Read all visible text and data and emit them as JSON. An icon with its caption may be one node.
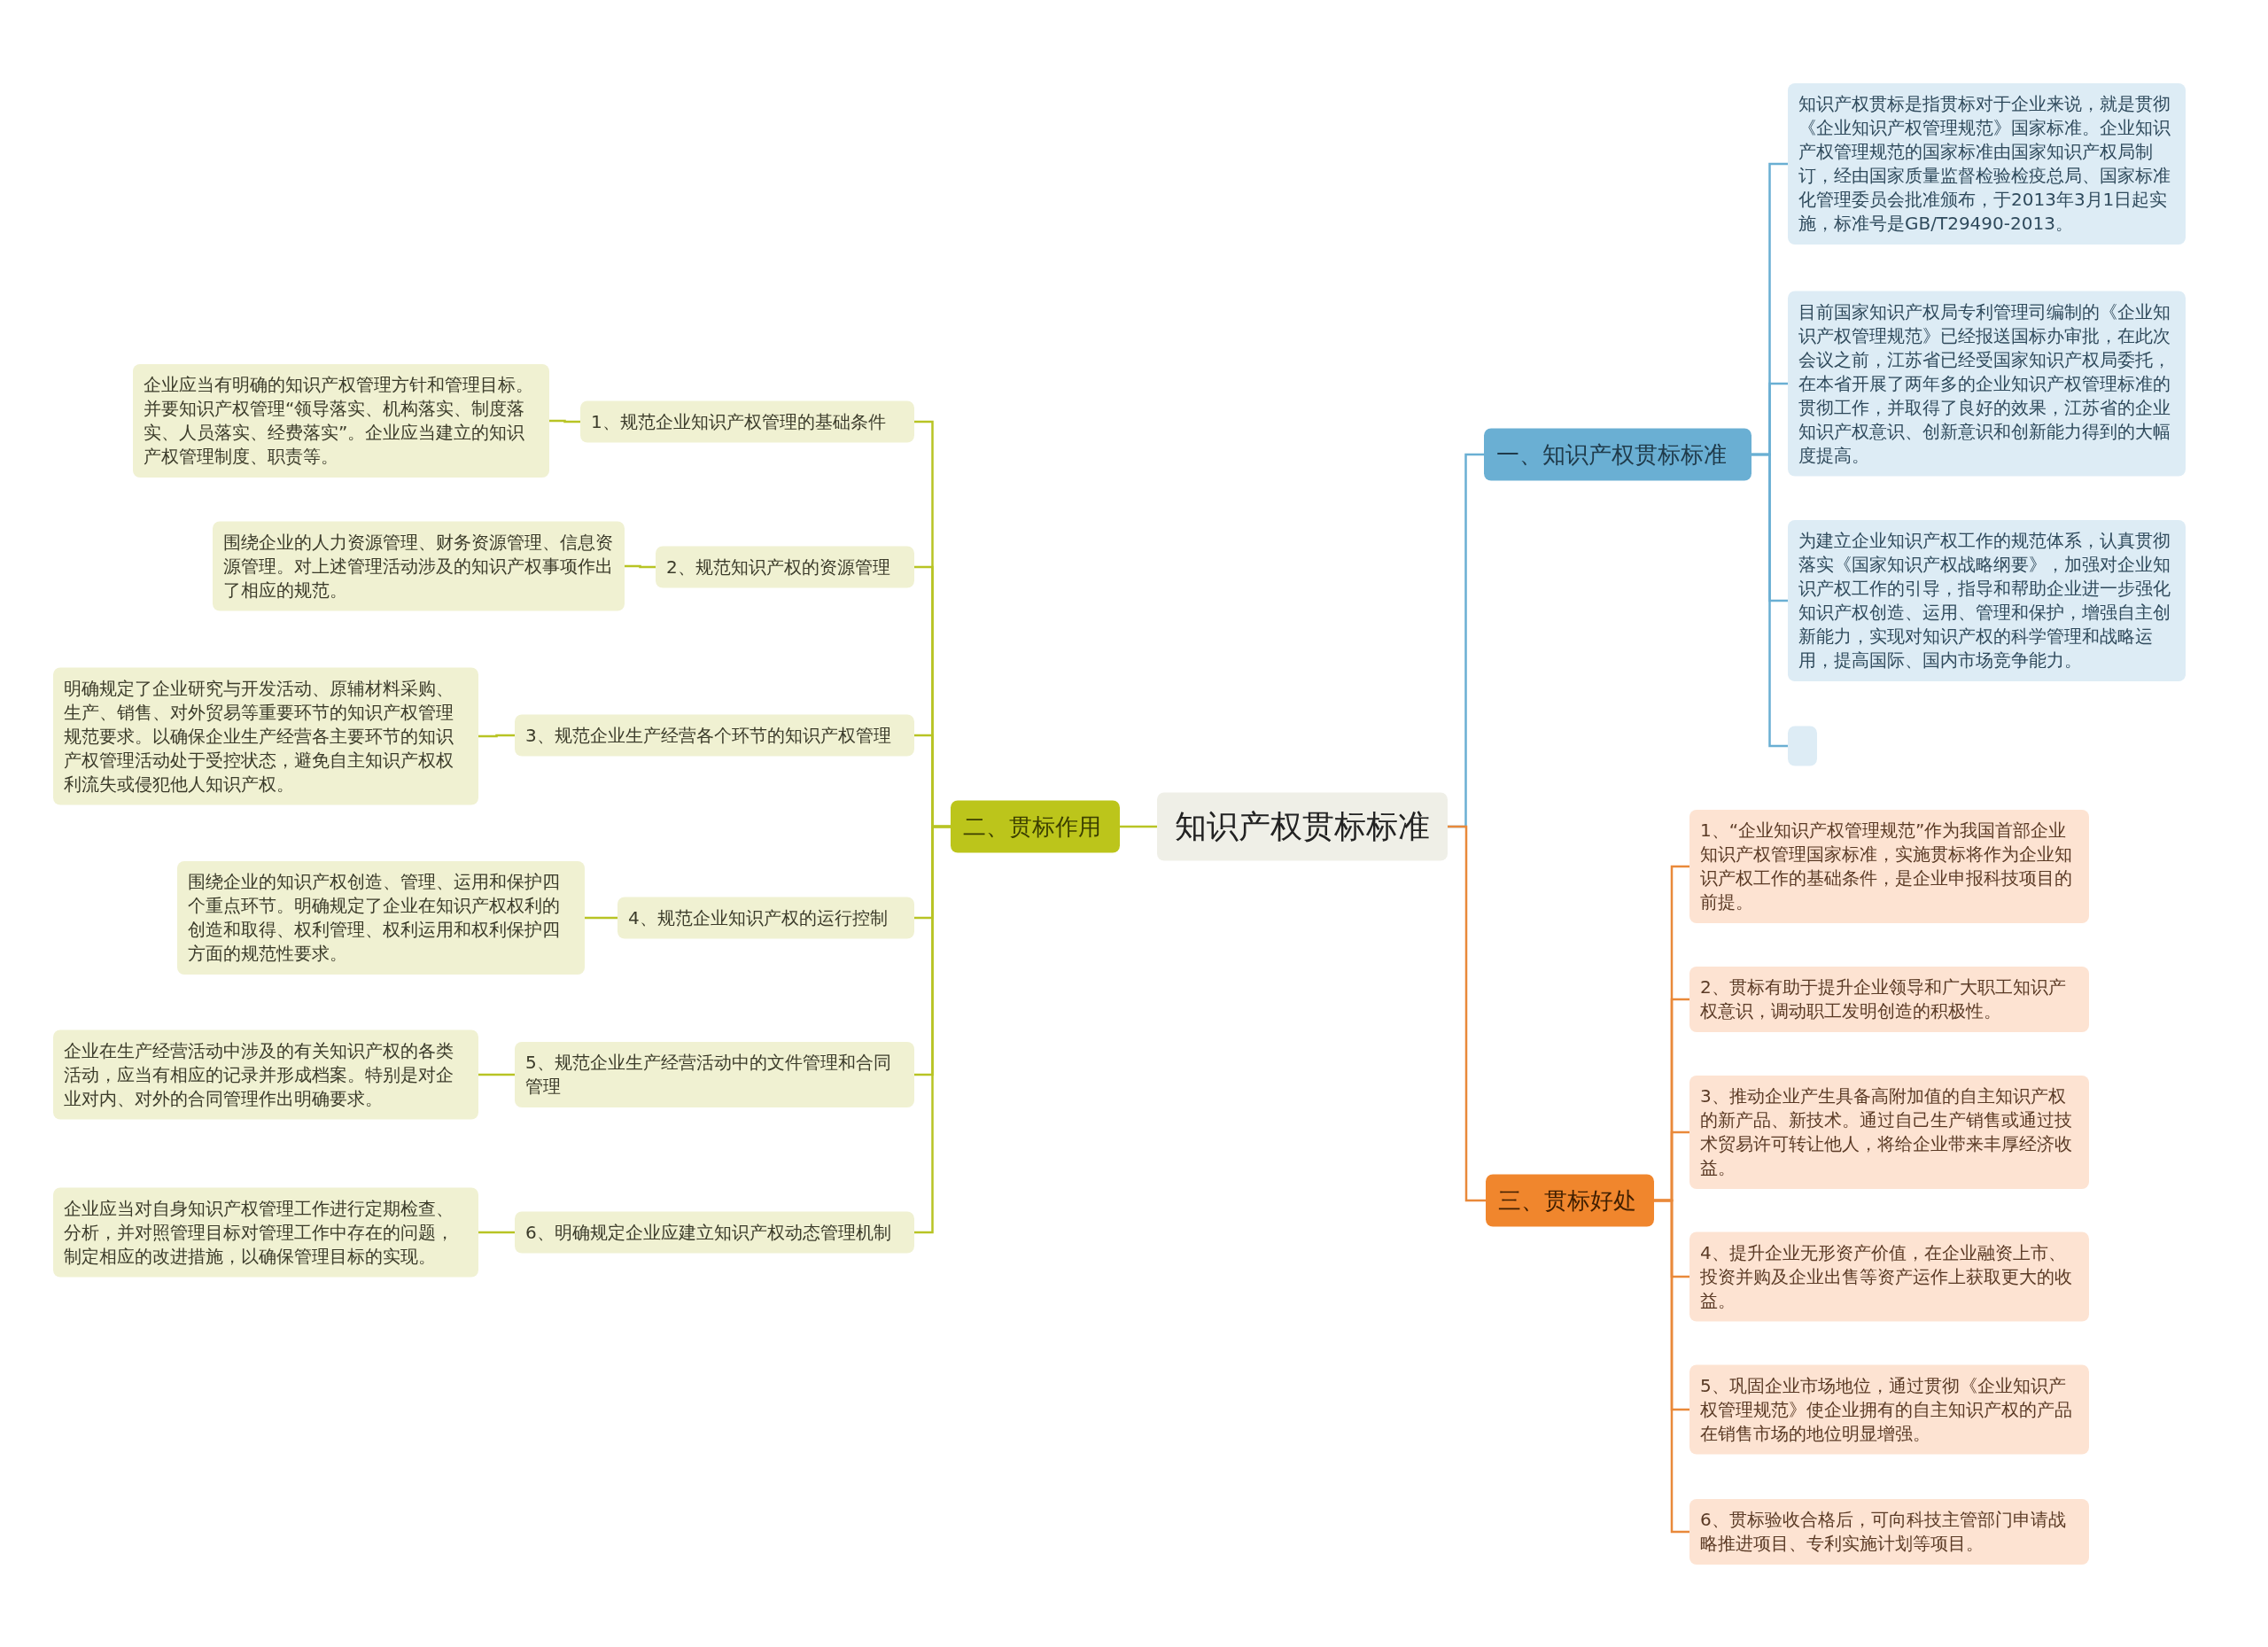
{
  "diagram": {
    "nodes": [
      {
        "text": [
          "知识产权贯标标准"
        ]
      },
      {
        "text": [
          "一、知识产权贯标标准"
        ]
      },
      {
        "text": [
          "知识产权贯标是指贯标对于企业来说，就是贯彻《企业知识产权管理规范》国家标准。企业知识产权管理规范的国家标准由国家知识产权局制订，经由国家质量监督检验检疫总局、国家标准化管理委员会批准颁布，于2013年3月1日起实施，标准号是GB/T29490-2013。"
        ]
      },
      {
        "text": [
          "目前国家知识产权局专利管理司编制的《企业知识产权管理规范》已经报送国标办审批，在此次会议之前，江苏省已经受国家知识产权局委托，在本省开展了两年多的企业知识产权管理标准的贯彻工作，并取得了良好的效果，江苏省的企业知识产权意识、创新意识和创新能力得到的大幅度提高。"
        ]
      },
      {
        "text": [
          "为建立企业知识产权工作的规范体系，认真贯彻落实《国家知识产权战略纲要》，加强对企业知识产权工作的引导，指导和帮助企业进一步强化知识产权创造、运用、管理和保护，增强自主创新能力，实现对知识产权的科学管理和战略运用，提高国际、国内市场竞争能力。"
        ]
      },
      {
        "text": [],
        "shape": "box"
      },
      {
        "text": [
          "二、贯标作用"
        ]
      },
      {
        "text": [
          "1、规范企业知识产权管理的基础条件"
        ]
      },
      {
        "text": [
          "2、规范知识产权的资源管理"
        ]
      },
      {
        "text": [
          "3、规范企业生产经营各个环节的知识产权管理"
        ]
      },
      {
        "text": [
          "4、规范企业知识产权的运行控制"
        ]
      },
      {
        "text": [
          "5、规范企业生产经营活动中的文件管理和合同管理"
        ]
      },
      {
        "text": [
          "6、明确规定企业应建立知识产权动态管理机制"
        ]
      },
      {
        "text": [
          "企业应当有明确的知识产权管理方针和管理目标。并要知识产权管理“领导落实、机构落实、制度落实、人员落实、经费落实”。企业应当建立的知识产权管理制度、职责等。"
        ]
      },
      {
        "text": [
          "围绕企业的人力资源管理、财务资源管理、信息资源管理。对上述管理活动涉及的知识产权事项作出了相应的规范。"
        ]
      },
      {
        "text": [
          "明确规定了企业研究与开发活动、原辅材料采购、生产、销售、对外贸易等重要环节的知识产权管理规范要求。以确保企业生产经营各主要环节的知识产权管理活动处于受控状态，避免自主知识产权权利流失或侵犯他人知识产权。"
        ]
      },
      {
        "text": [
          "围绕企业的知识产权创造、管理、运用和保护四个重点环节。明确规定了企业在知识产权权利的创造和取得、权利管理、权利运用和权利保护四方面的规范性要求。"
        ]
      },
      {
        "text": [
          "企业在生产经营活动中涉及的有关知识产权的各类活动，应当有相应的记录并形成档案。特别是对企业对内、对外的合同管理作出明确要求。"
        ]
      },
      {
        "text": [
          "企业应当对自身知识产权管理工作进行定期检查、分析，并对照管理目标对管理工作中存在的问题，制定相应的改进措施，以确保管理目标的实现。"
        ]
      },
      {
        "text": [
          "三、贯标好处"
        ]
      },
      {
        "text": [
          "1、“企业知识产权管理规范”作为我国首部企业知识产权管理国家标准，实施贯标将作为企业知识产权工作的基础条件，是企业申报科技项目的前提。"
        ]
      },
      {
        "text": [
          "2、贯标有助于提升企业领导和广大职工知识产权意识，调动职工发明创造的积极性。"
        ]
      },
      {
        "text": [
          "3、推动企业产生具备高附加值的自主知识产权的新产品、新技术。通过自己生产销售或通过技术贸易许可转让他人，将给企业带来丰厚经济收益。"
        ]
      },
      {
        "text": [
          "4、提升企业无形资产价值，在企业融资上市、投资并购及企业出售等资产运作上获取更大的收益。"
        ]
      },
      {
        "text": [
          "5、巩固企业市场地位，通过贯彻《企业知识产权管理规范》使企业拥有的自主知识产权的产品在销售市场的地位明显增强。"
        ]
      },
      {
        "text": [
          "6、贯标验收合格后，可向科技主管部门申请战略推进项目、专利实施计划等项目。"
        ]
      }
    ],
    "edges": [
      {
        "from": 0,
        "to": 1,
        "arrow": "none",
        "color": "#6aafd3"
      },
      {
        "from": 1,
        "to": 2,
        "arrow": "none",
        "color": "#6aafd3"
      },
      {
        "from": 1,
        "to": 3,
        "arrow": "none",
        "color": "#6aafd3"
      },
      {
        "from": 1,
        "to": 4,
        "arrow": "none",
        "color": "#6aafd3"
      },
      {
        "from": 1,
        "to": 5,
        "arrow": "none",
        "color": "#6aafd3"
      },
      {
        "from": 0,
        "to": 6,
        "arrow": "none"
      },
      {
        "from": 6,
        "to": 7,
        "arrow": "none"
      },
      {
        "from": 6,
        "to": 8,
        "arrow": "none"
      },
      {
        "from": 6,
        "to": 9,
        "arrow": "none"
      },
      {
        "from": 6,
        "to": 10,
        "arrow": "none"
      },
      {
        "from": 6,
        "to": 11,
        "arrow": "none"
      },
      {
        "from": 6,
        "to": 12,
        "arrow": "none"
      },
      {
        "from": 7,
        "to": 13,
        "arrow": "none"
      },
      {
        "from": 8,
        "to": 14,
        "arrow": "none"
      },
      {
        "from": 9,
        "to": 15,
        "arrow": "none"
      },
      {
        "from": 10,
        "to": 16,
        "arrow": "none"
      },
      {
        "from": 11,
        "to": 17,
        "arrow": "none"
      },
      {
        "from": 12,
        "to": 18,
        "arrow": "none"
      },
      {
        "from": 0,
        "to": 19,
        "arrow": "none",
        "color": "#e9893a"
      },
      {
        "from": 19,
        "to": 20,
        "arrow": "none",
        "color": "#e9893a"
      },
      {
        "from": 19,
        "to": 21,
        "arrow": "none",
        "color": "#e9893a"
      },
      {
        "from": 19,
        "to": 22,
        "arrow": "none",
        "color": "#e9893a"
      },
      {
        "from": 19,
        "to": 23,
        "arrow": "none",
        "color": "#e9893a"
      },
      {
        "from": 19,
        "to": 24,
        "arrow": "none",
        "color": "#e9893a"
      },
      {
        "from": 19,
        "to": 25,
        "arrow": "none",
        "color": "#e9893a"
      }
    ]
  }
}
